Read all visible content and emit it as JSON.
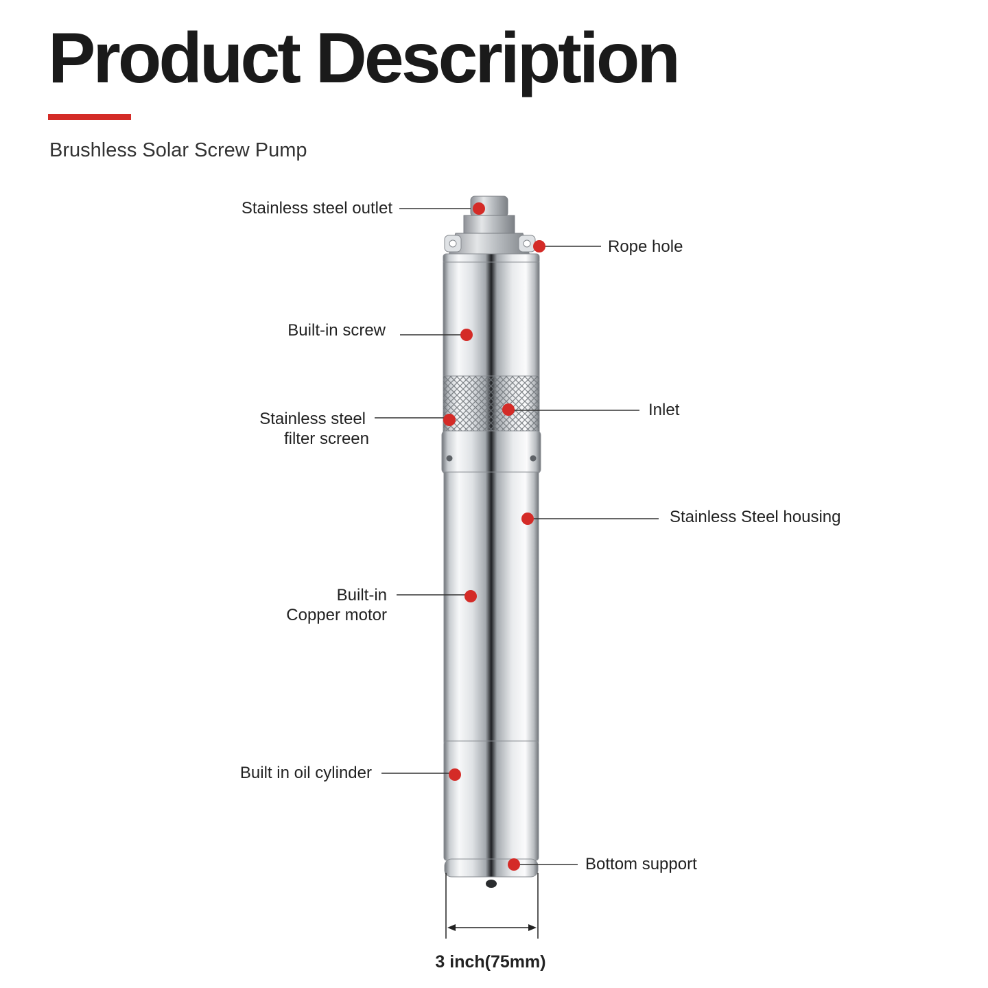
{
  "header": {
    "title": "Product Description",
    "subtitle": "Brushless Solar Screw Pump",
    "accent_color": "#d42b27"
  },
  "callouts": {
    "outlet": "Stainless steel outlet",
    "rope_hole": "Rope hole",
    "screw": "Built-in screw",
    "filter_line1": "Stainless steel",
    "filter_line2": "filter screen",
    "inlet": "Inlet",
    "housing": "Stainless Steel housing",
    "motor_line1": "Built-in",
    "motor_line2": "Copper motor",
    "oil": "Built in oil cylinder",
    "bottom": "Bottom support"
  },
  "dimension": {
    "label": "3 inch(75mm)"
  },
  "marker_color": "#d42b27"
}
